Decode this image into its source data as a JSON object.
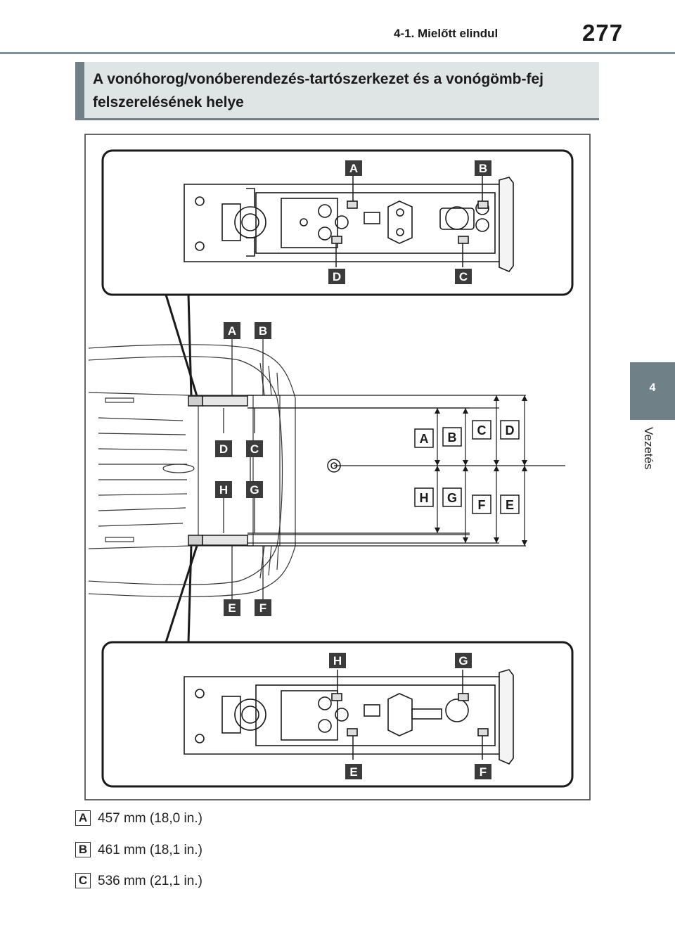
{
  "header": {
    "section": "4-1. Mielőtt elindul",
    "page_number": "277"
  },
  "side_tab": {
    "number": "4",
    "label": "Vezetés"
  },
  "title": "A vonóhorog/vonóberendezés-tartószerkezet és a vonógömb-fej felszerelésének helye",
  "figure": {
    "top_detail_labels": [
      "A",
      "B",
      "D",
      "C"
    ],
    "vehicle_labels": [
      "A",
      "B",
      "D",
      "C",
      "H",
      "G",
      "E",
      "F"
    ],
    "dimension_labels_upper": [
      "A",
      "B",
      "C",
      "D"
    ],
    "dimension_labels_lower": [
      "H",
      "G",
      "F",
      "E"
    ],
    "bottom_detail_labels": [
      "H",
      "G",
      "E",
      "F"
    ]
  },
  "items": [
    {
      "marker": "A",
      "text": "457 mm (18,0 in.)"
    },
    {
      "marker": "B",
      "text": "461 mm (18,1 in.)"
    },
    {
      "marker": "C",
      "text": "536 mm (21,1 in.)"
    }
  ],
  "colors": {
    "accent": "#6f8087",
    "title_bg": "#dfe4e5",
    "label_bg": "#3b3b3b"
  }
}
